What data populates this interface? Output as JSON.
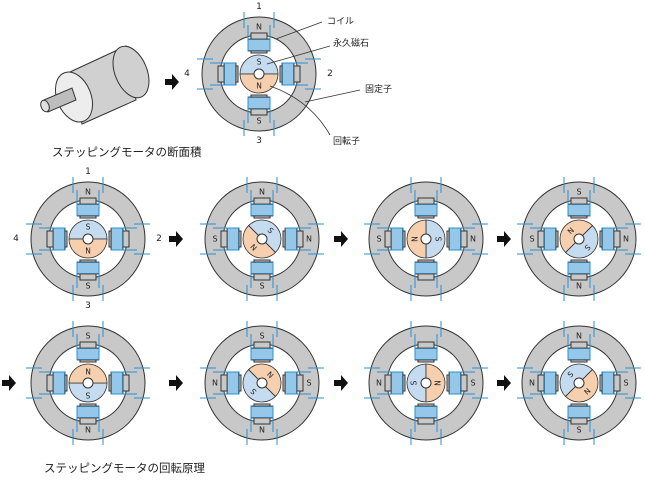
{
  "captions": {
    "cross_section": "ステッピングモータの断面積",
    "rotation_principle": "ステッピングモータの回転原理"
  },
  "labels": {
    "coil": "コイル",
    "permanent_magnet": "永久磁石",
    "stator": "固定子",
    "rotor": "回転子"
  },
  "pole_numbers": [
    "1",
    "2",
    "3",
    "4"
  ],
  "colors": {
    "stator": "#c8c8c8",
    "north": "#f6cfae",
    "south": "#c5dbf0",
    "coil": "#2a8fd0",
    "outline": "#333333",
    "arrow": "#111111"
  },
  "steps": [
    {
      "rotor_angle_deg": 0,
      "poles": {
        "top": "N",
        "right": "",
        "bottom": "S",
        "left": ""
      }
    },
    {
      "rotor_angle_deg": 45,
      "poles": {
        "top": "N",
        "right": "N",
        "bottom": "S",
        "left": "S"
      }
    },
    {
      "rotor_angle_deg": 90,
      "poles": {
        "top": "",
        "right": "N",
        "bottom": "",
        "left": "S"
      }
    },
    {
      "rotor_angle_deg": 135,
      "poles": {
        "top": "S",
        "right": "N",
        "bottom": "N",
        "left": "S"
      }
    },
    {
      "rotor_angle_deg": 180,
      "poles": {
        "top": "S",
        "right": "",
        "bottom": "N",
        "left": ""
      }
    },
    {
      "rotor_angle_deg": 225,
      "poles": {
        "top": "S",
        "right": "S",
        "bottom": "N",
        "left": "N"
      }
    },
    {
      "rotor_angle_deg": 270,
      "poles": {
        "top": "",
        "right": "S",
        "bottom": "",
        "left": "N"
      }
    },
    {
      "rotor_angle_deg": 315,
      "poles": {
        "top": "N",
        "right": "S",
        "bottom": "S",
        "left": "N"
      }
    }
  ],
  "rotor_letters": {
    "north": "N",
    "south": "S"
  }
}
